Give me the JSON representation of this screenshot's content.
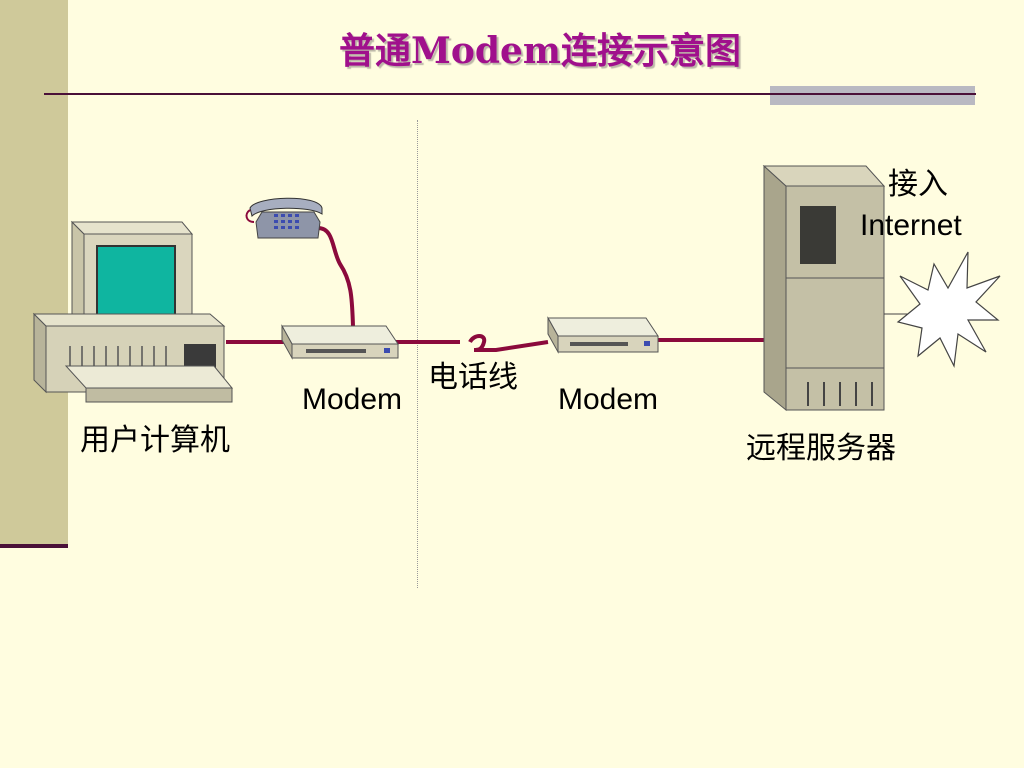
{
  "slide": {
    "title": "普通Modem连接示意图"
  },
  "labels": {
    "user_computer": "用户计算机",
    "modem_left": "Modem",
    "phone_line": "电话线",
    "modem_right": "Modem",
    "remote_server": "远程服务器",
    "access_line1": "接入",
    "access_line2": "Internet"
  },
  "colors": {
    "title": "#A0108C",
    "cable": "#8B0A3C",
    "background": "#FFFDE0",
    "left_band": "#CFC99A"
  },
  "icons": {
    "computer": "desktop-computer-icon",
    "telephone": "telephone-icon",
    "modem": "modem-icon",
    "server": "server-tower-icon",
    "internet": "internet-burst-icon"
  }
}
